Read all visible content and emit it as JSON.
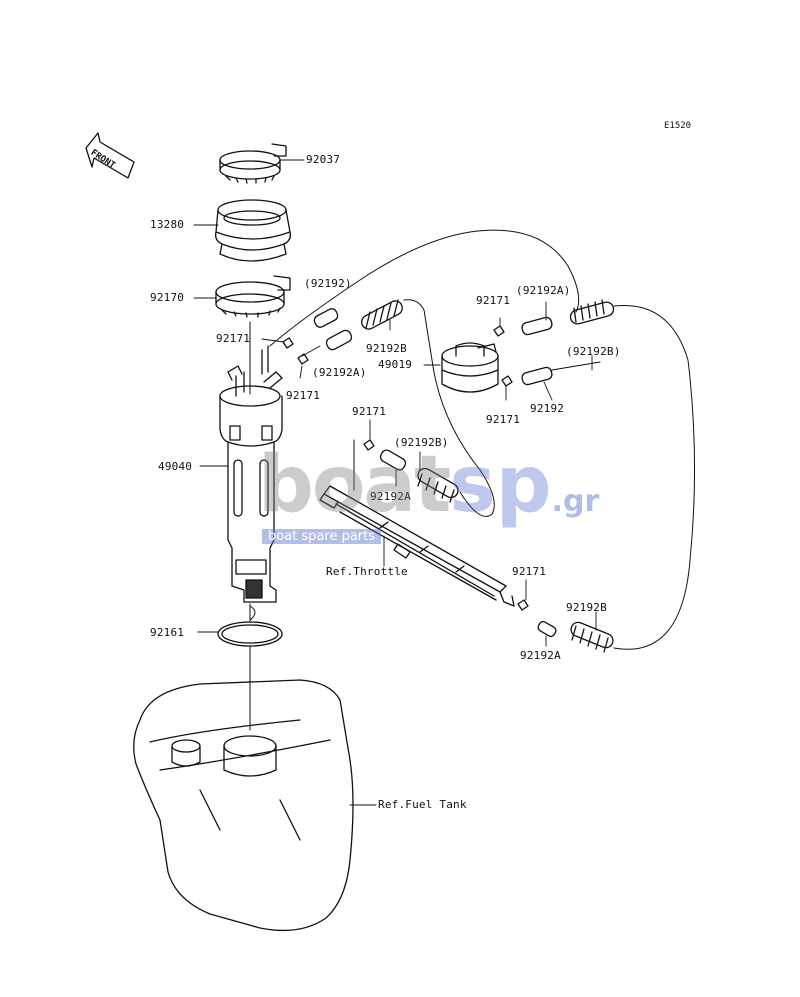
{
  "diagram": {
    "code": "E1520",
    "front_label": "FRONT",
    "labels": {
      "p92037": "92037",
      "p13280": "13280",
      "p92170": "92170",
      "p92192_paren": "(92192)",
      "p92171_a": "92171",
      "p92192B_a": "92192B",
      "p49019": "49019",
      "p92192A_paren_a": "(92192A)",
      "p92171_b": "92171",
      "p92171_c": "92171",
      "p92192A_paren_b": "(92192A)",
      "p92192B_paren_a": "(92192B)",
      "p92192": "92192",
      "p92171_d": "92171",
      "p49040": "49040",
      "p92171_e": "92171",
      "p92192B_paren_b": "(92192B)",
      "p92192A_a": "92192A",
      "ref_throttle": "Ref.Throttle",
      "p92171_f": "92171",
      "p92192B_b": "92192B",
      "p92161": "92161",
      "p92192A_b": "92192A",
      "ref_fuel_tank": "Ref.Fuel Tank"
    },
    "watermark": {
      "main": "boat",
      "accent": "sp",
      "suffix": ".gr",
      "tagline": "boat spare parts"
    }
  }
}
